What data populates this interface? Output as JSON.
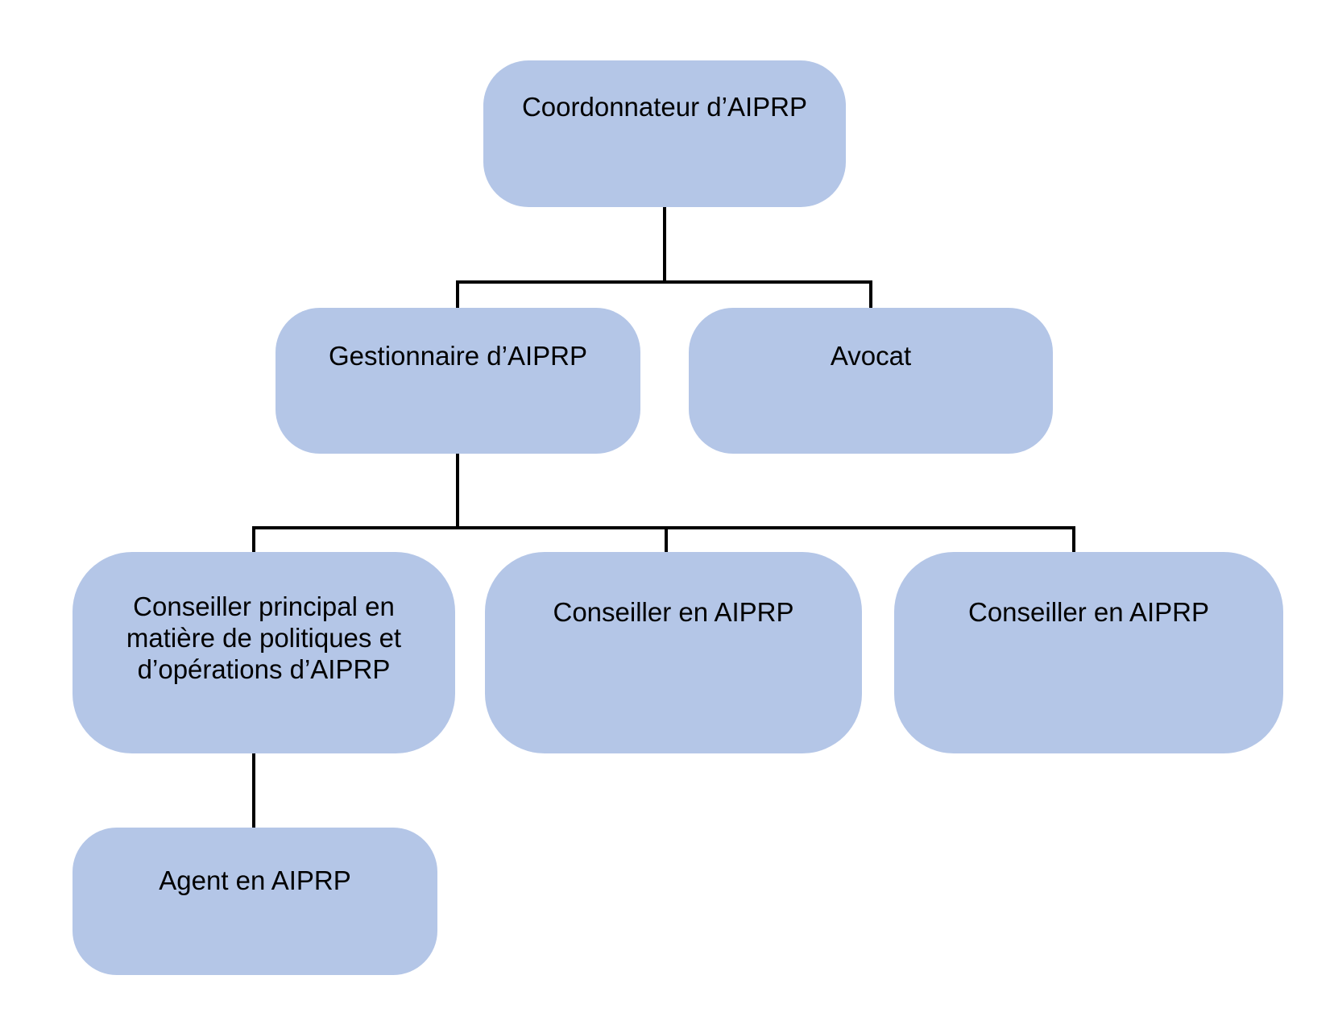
{
  "org_chart": {
    "type": "org-chart",
    "colors": {
      "background": "#ffffff",
      "node_fill": "#b4c6e7",
      "node_text": "#000000",
      "connector": "#000000"
    },
    "root": {
      "label": "Coordonnateur d’AIPRP",
      "children": [
        {
          "label": "Gestionnaire d’AIPRP",
          "children": [
            {
              "label": "Conseiller principal en matière de politiques et d’opérations d’AIPRP",
              "children": [
                {
                  "label": "Agent en AIPRP",
                  "children": []
                }
              ]
            },
            {
              "label": "Conseiller en AIPRP",
              "children": []
            },
            {
              "label": "Conseiller en AIPRP",
              "children": []
            }
          ]
        },
        {
          "label": "Avocat",
          "children": []
        }
      ]
    }
  }
}
